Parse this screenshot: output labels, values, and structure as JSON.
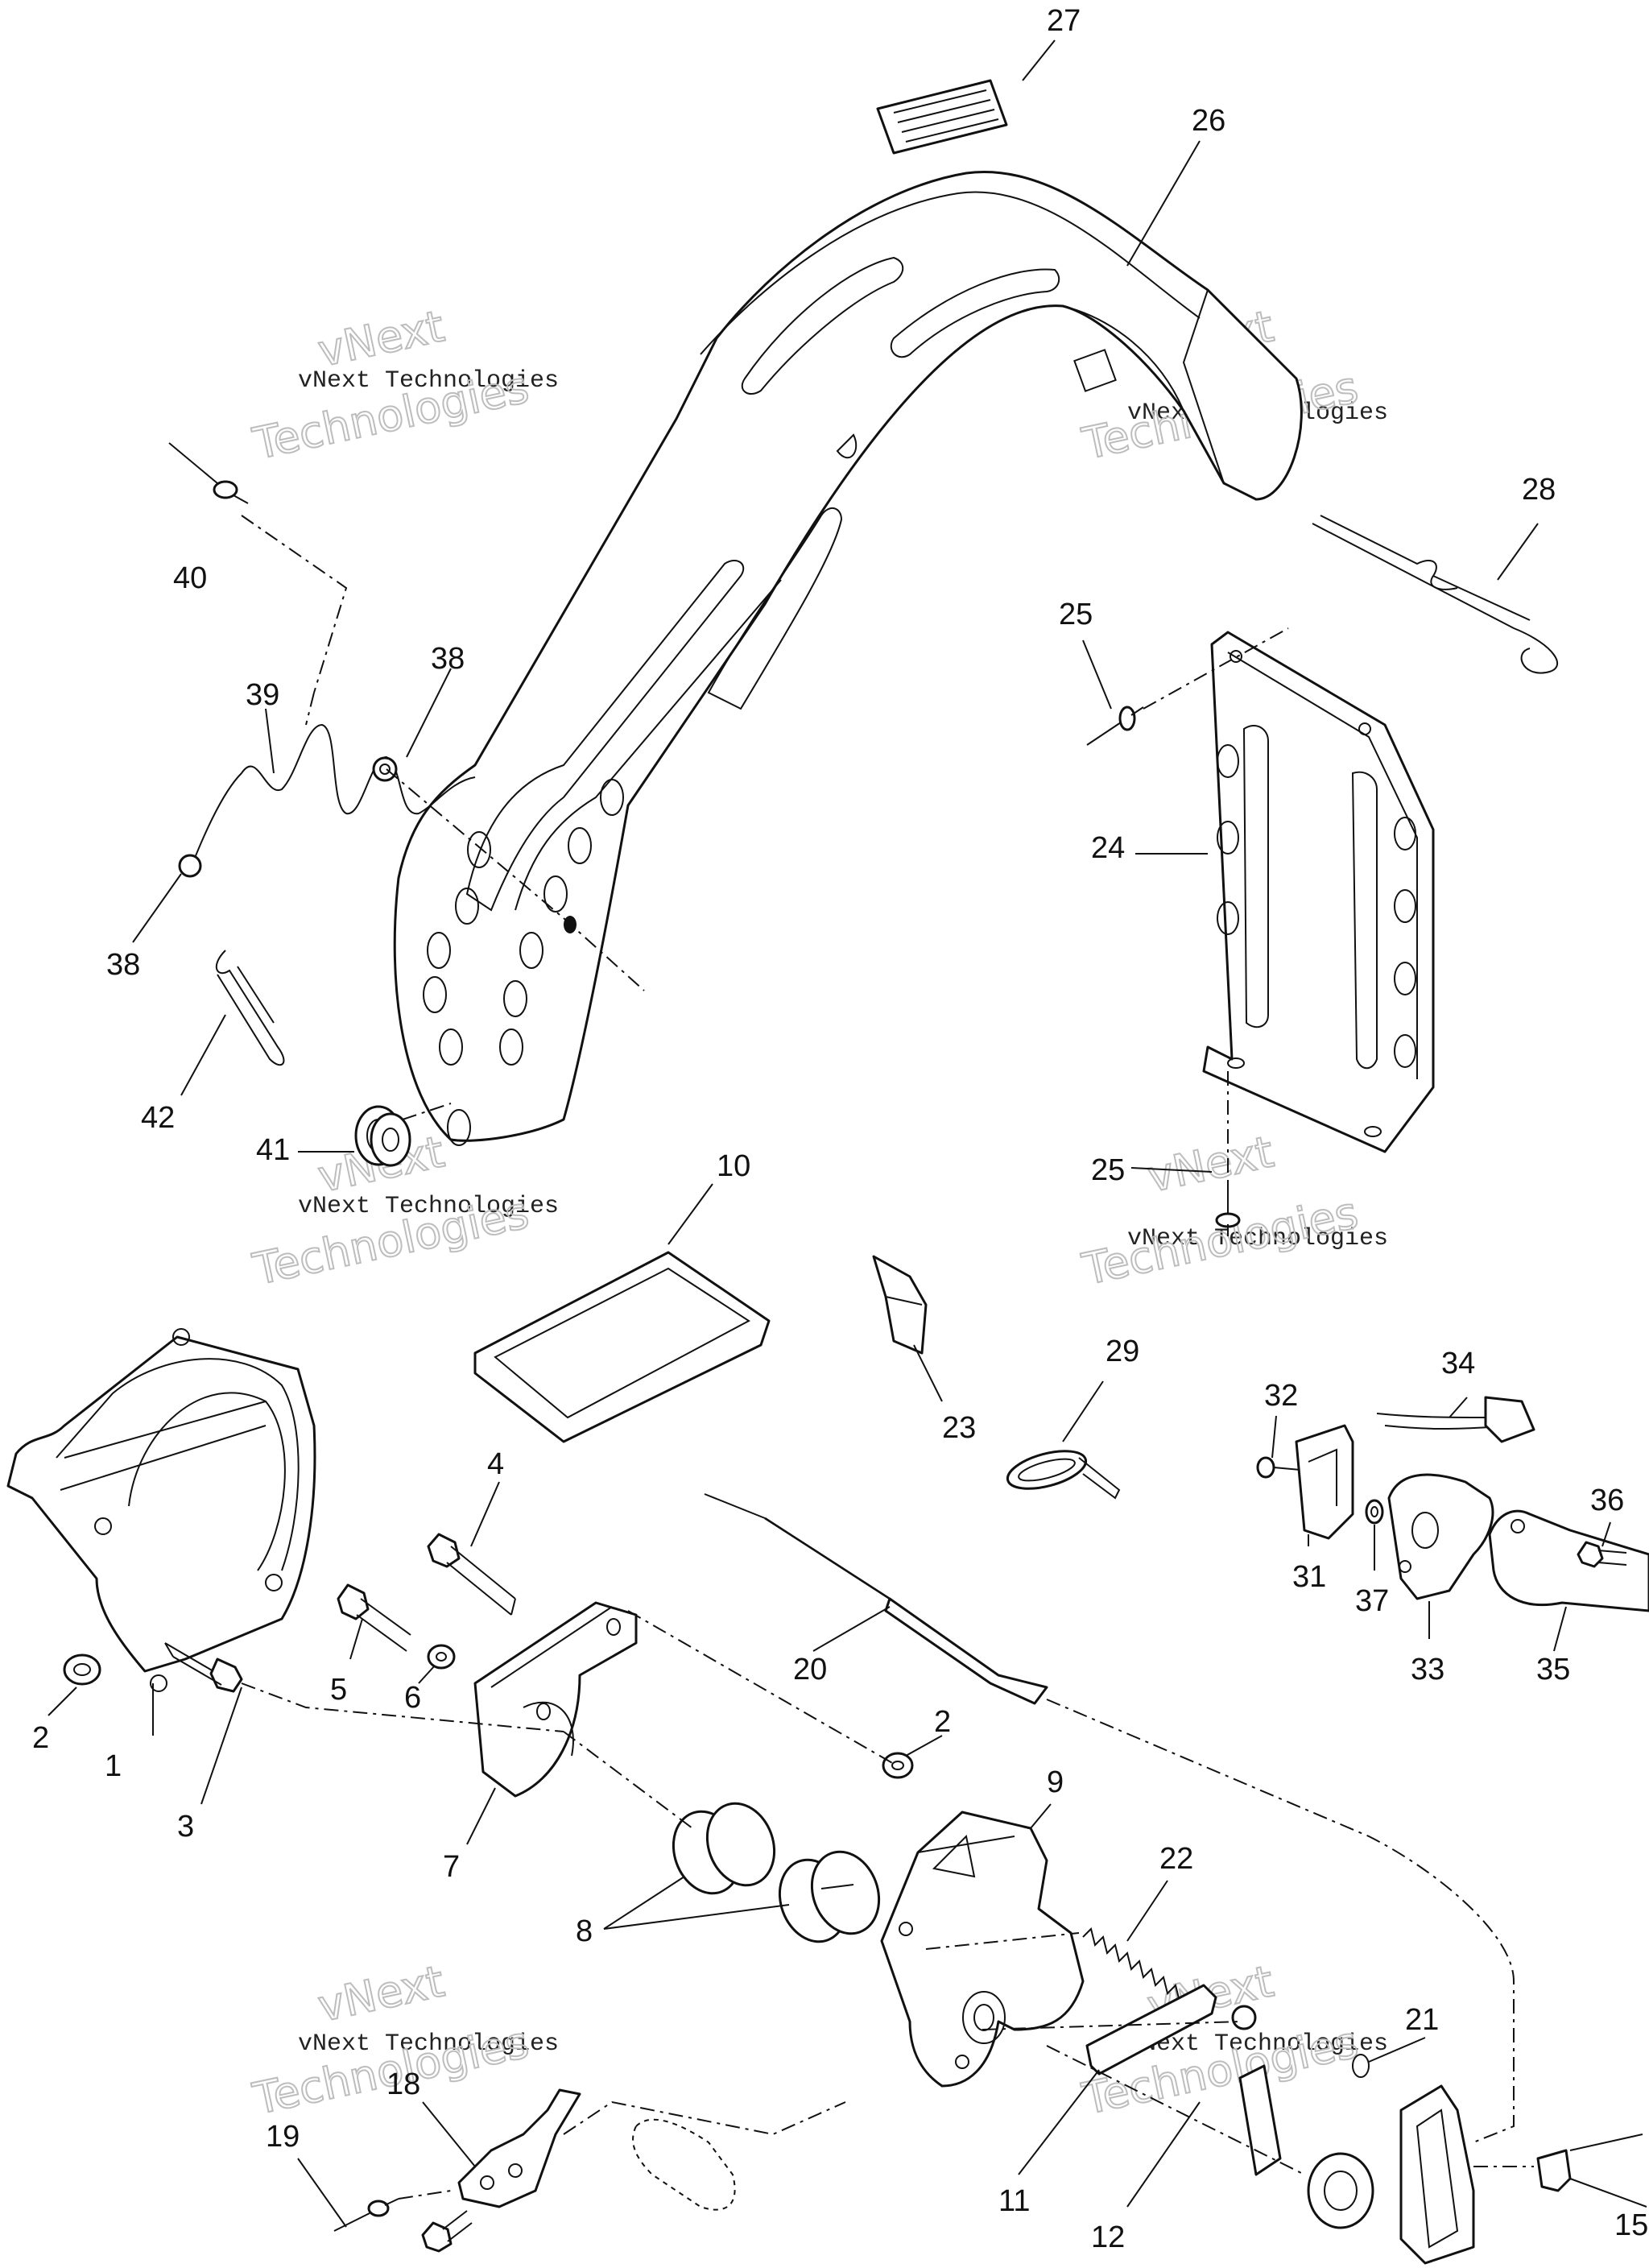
{
  "watermark": {
    "line1": "vNext",
    "line2": "vNext Technologies",
    "line3": "Technologies"
  },
  "labels": {
    "p1": "1",
    "p2a": "2",
    "p2b": "2",
    "p3": "3",
    "p4": "4",
    "p5": "5",
    "p6": "6",
    "p7": "7",
    "p8": "8",
    "p9": "9",
    "p10": "10",
    "p11": "11",
    "p12": "12",
    "p15": "15",
    "p18": "18",
    "p19": "19",
    "p20": "20",
    "p21": "21",
    "p22": "22",
    "p23": "23",
    "p24": "24",
    "p25a": "25",
    "p25b": "25",
    "p26": "26",
    "p27": "27",
    "p28": "28",
    "p29": "29",
    "p31": "31",
    "p32": "32",
    "p33": "33",
    "p34": "34",
    "p35": "35",
    "p36": "36",
    "p37": "37",
    "p38a": "38",
    "p38b": "38",
    "p39": "39",
    "p40": "40",
    "p41": "41",
    "p42": "42"
  }
}
